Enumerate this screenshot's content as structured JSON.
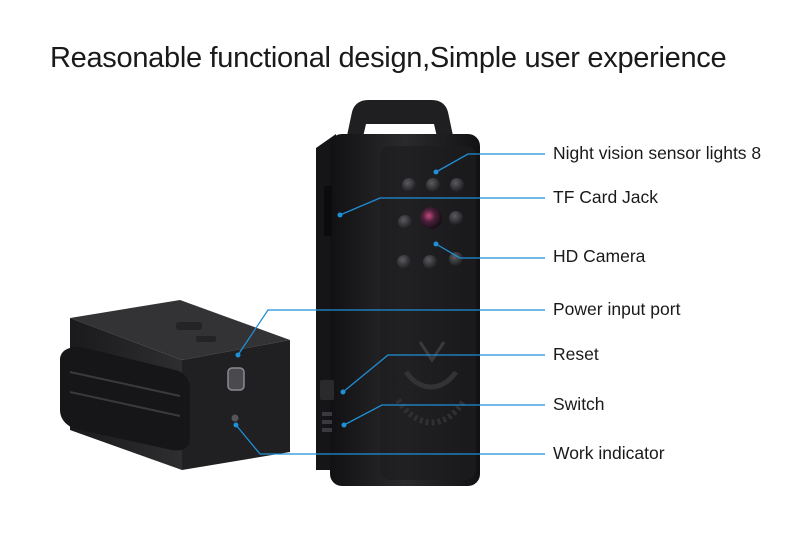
{
  "header": {
    "title": "Reasonable functional design,Simple user experience"
  },
  "callouts": [
    {
      "label": "Night vision sensor lights 8"
    },
    {
      "label": "TF Card Jack"
    },
    {
      "label": "HD Camera"
    },
    {
      "label": "Power input port"
    },
    {
      "label": "Reset"
    },
    {
      "label": "Switch"
    },
    {
      "label": "Work indicator"
    }
  ],
  "colors": {
    "callout_line": "#1f8fd6",
    "device_body": "#1c1c1e",
    "text": "#1a1a1a"
  },
  "icons": {
    "device_front": "camera-device-front-icon",
    "device_side": "camera-device-side-icon"
  }
}
